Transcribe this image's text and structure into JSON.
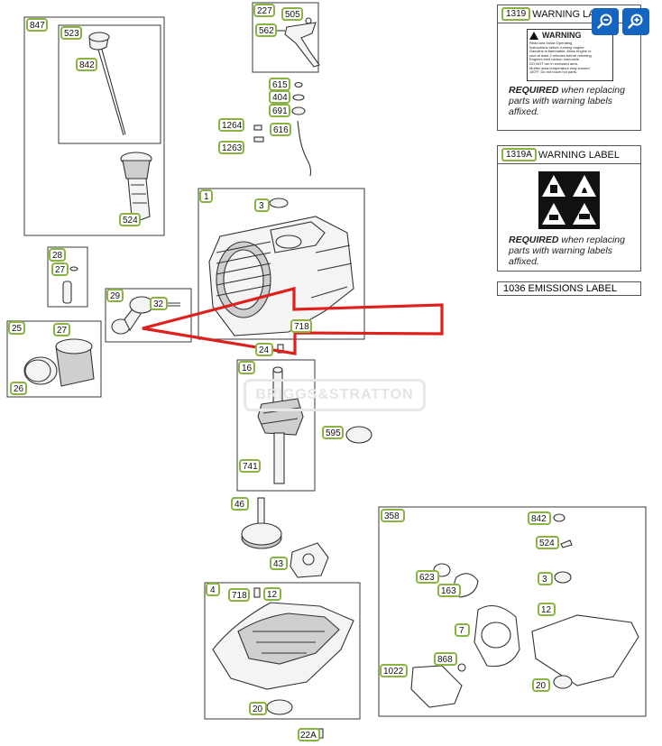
{
  "watermark": "BRIGGS&STRATTON",
  "controls": {
    "zoom_out_icon": "zoom-out-icon",
    "zoom_in_icon": "zoom-in-icon",
    "button_color": "#1565c0"
  },
  "accent_color": "#8ab440",
  "arrow_color": "#e0201c",
  "callouts": {
    "c847": "847",
    "c523": "523",
    "c842a": "842",
    "c524a": "524",
    "c227": "227",
    "c505": "505",
    "c562": "562",
    "c615": "615",
    "c404": "404",
    "c691": "691",
    "c616": "616",
    "c1264": "1264",
    "c1263": "1263",
    "c1": "1",
    "c3a": "3",
    "c718a": "718",
    "c24": "24",
    "c28": "28",
    "c27a": "27",
    "c29": "29",
    "c32": "32",
    "c25": "25",
    "c27b": "27",
    "c26": "26",
    "c16": "16",
    "c741": "741",
    "c595": "595",
    "c46": "46",
    "c43": "43",
    "c4": "4",
    "c718b": "718",
    "c12a": "12",
    "c20a": "20",
    "c22a": "22A",
    "c358": "358",
    "c842b": "842",
    "c524b": "524",
    "c623": "623",
    "c163": "163",
    "c3b": "3",
    "c7": "7",
    "c12b": "12",
    "c868": "868",
    "c1022": "1022",
    "c20b": "20"
  },
  "label_1319": {
    "tag": "1319",
    "title": "WARNING LABEL",
    "sign_heading": "WARNING",
    "lines": [
      "Read and follow Operating",
      "Instructions before running engine.",
      "Gasoline is flammable. Allow engine to",
      "cool at least 2 minutes before refueling.",
      "Engines emit carbon monoxide.",
      "DO NOT run in enclosed area.",
      "Muffler area temperature may exceed",
      "150°F. Do not touch hot parts."
    ],
    "required_word": "REQUIRED",
    "required_rest": " when replacing",
    "req_line2": "parts with warning labels",
    "req_line3": "affixed."
  },
  "label_1319a": {
    "tag": "1319A",
    "title": "WARNING LABEL",
    "required_word": "REQUIRED",
    "required_rest": " when replacing",
    "req_line2": "parts with warning labels",
    "req_line3": "affixed."
  },
  "label_1036": {
    "text": "1036 EMISSIONS LABEL"
  }
}
